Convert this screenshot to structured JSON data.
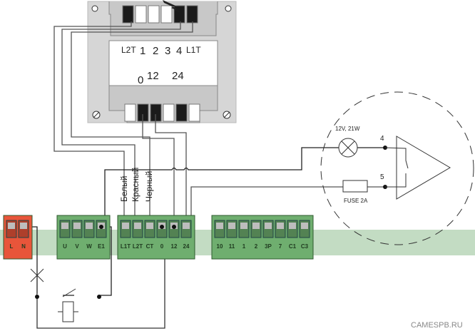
{
  "transformer": {
    "top_labels": [
      "L2T",
      "1",
      "2",
      "3",
      "4",
      "L1T"
    ],
    "bottom_labels": [
      "0",
      "12",
      "24"
    ]
  },
  "wire_colors": [
    "Белый",
    "Красный",
    "Черный"
  ],
  "power_block": {
    "labels": [
      "L",
      "N"
    ],
    "color": "#e8553a"
  },
  "motor_block": {
    "labels": [
      "U",
      "V",
      "W",
      "E1"
    ]
  },
  "transformer_block": {
    "labels": [
      "L1T",
      "L2T",
      "CT",
      "0",
      "12",
      "24"
    ]
  },
  "control_block": {
    "labels": [
      "10",
      "11",
      "1",
      "2",
      "3P",
      "7",
      "C1",
      "C3"
    ]
  },
  "terminal_color": "#6fae6f",
  "lamp": {
    "label": "12V, 21W",
    "terminal": "4"
  },
  "fuse": {
    "label": "FUSE 2A",
    "terminal": "5"
  },
  "watermark": "CAMESPB.RU"
}
